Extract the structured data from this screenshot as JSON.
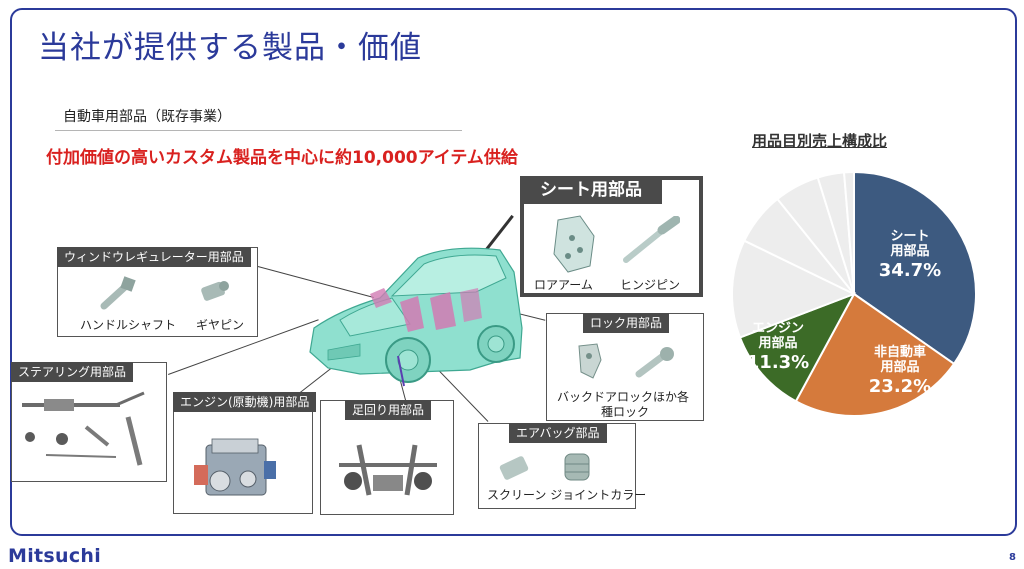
{
  "slide": {
    "title": "当社が提供する製品・価値",
    "subtitle": "自動車用部品（既存事業）",
    "headline": "付加価値の高いカスタム製品を中心に約10,000アイテム供給",
    "page_number": "8"
  },
  "brand": {
    "logo": "Mitsuchi",
    "accent_color": "#2b3a9a",
    "headline_color": "#d9211f"
  },
  "boxes": {
    "seat": {
      "title": "シート用部品",
      "labels": [
        "ロアアーム",
        "ヒンジピン"
      ]
    },
    "window": {
      "title": "ウィンドウレギュレーター用部品",
      "labels": [
        "ハンドルシャフト",
        "ギヤピン"
      ]
    },
    "lock": {
      "title": "ロック用部品",
      "labels": [
        "バックドアロックほか各",
        "種ロック"
      ]
    },
    "steering": {
      "title": "ステアリング用部品"
    },
    "engine": {
      "title": "エンジン(原動機)用部品"
    },
    "suspension": {
      "title": "足回り用部品"
    },
    "airbag": {
      "title": "エアバッグ部品",
      "labels": [
        "スクリーン ジョイントカラー"
      ]
    }
  },
  "chart_data": {
    "type": "pie",
    "title": "用品目別売上構成比",
    "slices": [
      {
        "label": "シート\n用部品",
        "value": 34.7,
        "value_label": "34.7%",
        "color": "#3d5a80"
      },
      {
        "label": "非自動車\n用部品",
        "value": 23.2,
        "value_label": "23.2%",
        "color": "#d57a3c"
      },
      {
        "label": "エンジン\n用部品",
        "value": 11.3,
        "value_label": "11.3%",
        "color": "#3c6b27"
      },
      {
        "label": "",
        "value": 13.0,
        "value_label": "",
        "color": "#ededed"
      },
      {
        "label": "",
        "value": 7.0,
        "value_label": "",
        "color": "#ededed"
      },
      {
        "label": "",
        "value": 6.0,
        "value_label": "",
        "color": "#ededed"
      },
      {
        "label": "",
        "value": 3.5,
        "value_label": "",
        "color": "#ededed"
      },
      {
        "label": "",
        "value": 1.3,
        "value_label": "",
        "color": "#ededed"
      }
    ]
  }
}
